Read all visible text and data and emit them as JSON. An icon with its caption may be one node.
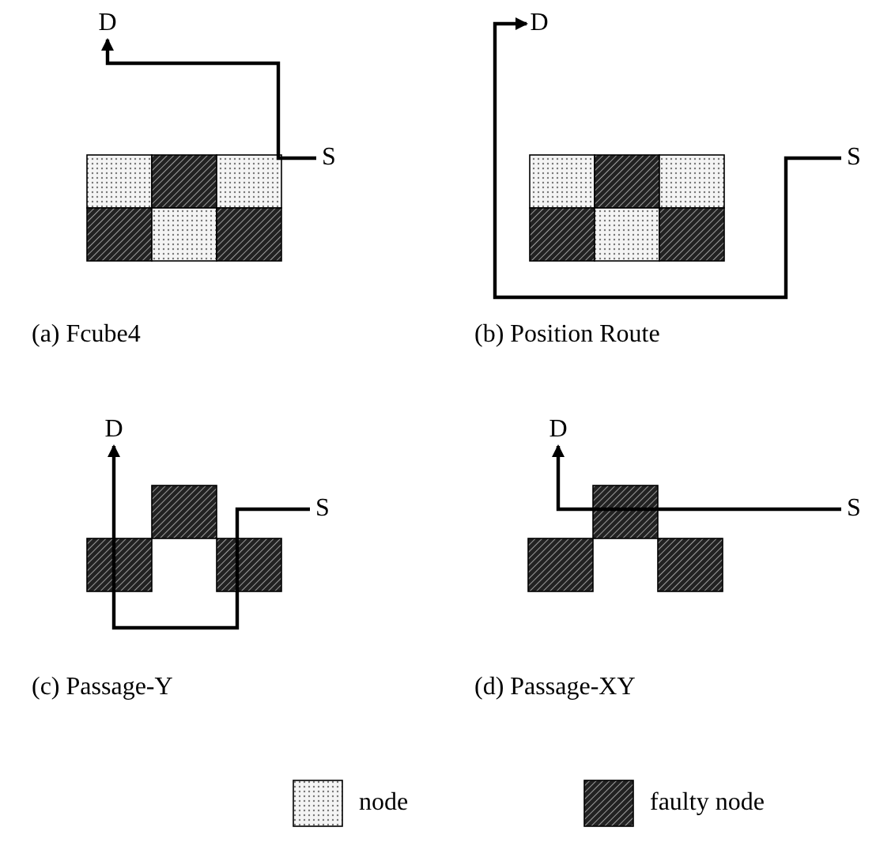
{
  "diagram": {
    "nodes": [
      {
        "text": [
          "D"
        ]
      },
      {
        "text": [
          "S"
        ]
      },
      {
        "text": [
          "D"
        ]
      },
      {
        "text": [
          "S"
        ]
      },
      {
        "text": [
          "D"
        ]
      },
      {
        "text": [
          "S"
        ]
      },
      {
        "text": [
          "D"
        ]
      },
      {
        "text": [
          "S"
        ]
      }
    ],
    "edges": [
      {
        "from": 1,
        "to": 0,
        "arrow": "to"
      },
      {
        "from": 3,
        "to": 2,
        "arrow": "to"
      },
      {
        "from": 5,
        "to": 4,
        "arrow": "to"
      },
      {
        "from": 7,
        "to": 6,
        "arrow": "to"
      }
    ],
    "labels": [
      "(a) Fcube4",
      "(b) Position Route",
      "(c) Passage-Y",
      "(d) Passage-XY"
    ],
    "legend": [
      {
        "text": "node"
      },
      {
        "text": "faulty node"
      }
    ]
  }
}
